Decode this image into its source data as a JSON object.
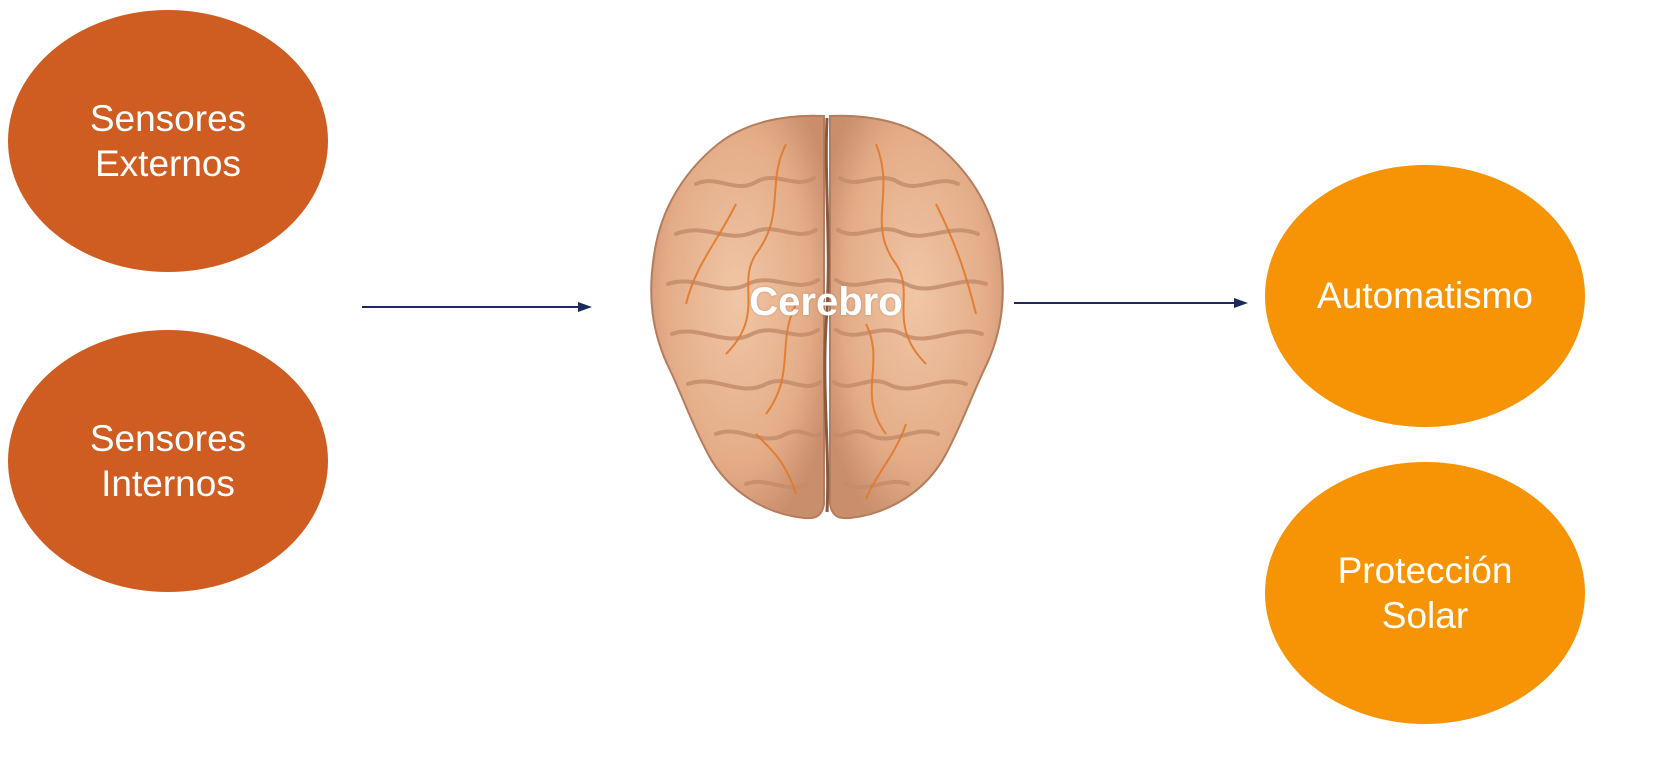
{
  "colors": {
    "sensor_fill": "#cf5d21",
    "output_fill": "#f79406",
    "arrow": "#1a2a5c",
    "brain_base": "#e8b592",
    "brain_vein": "#e07a2c"
  },
  "inputs": [
    {
      "label": "Sensores\nExternos"
    },
    {
      "label": "Sensores\nInternos"
    }
  ],
  "center": {
    "label": "Cerebro",
    "image": "brain-illustration"
  },
  "outputs": [
    {
      "label": "Automatismo"
    },
    {
      "label": "Protección\nSolar"
    }
  ]
}
